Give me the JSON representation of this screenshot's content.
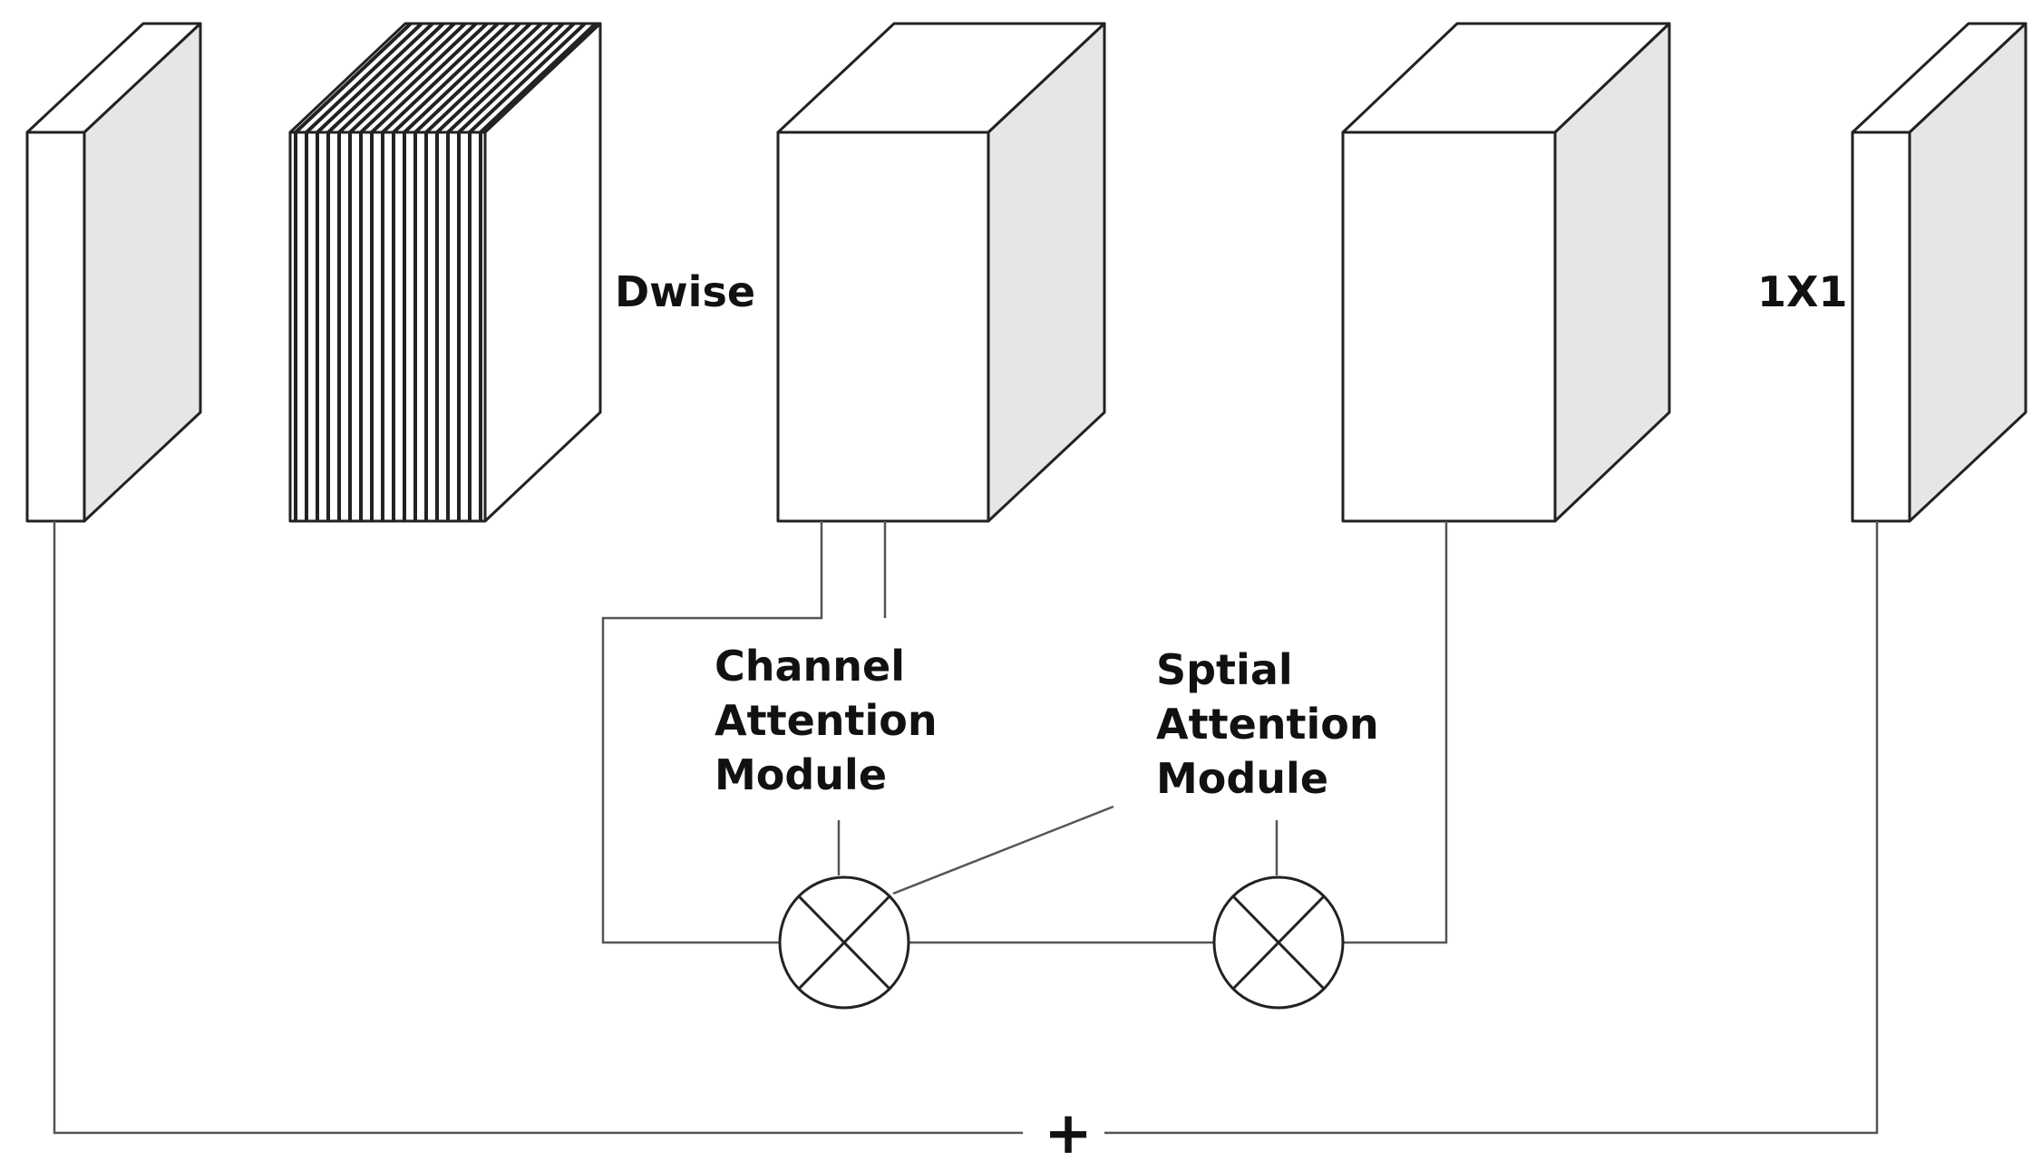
{
  "labels": {
    "dwise": "Dwise",
    "pointwise": "1X1",
    "channel_attention": [
      "Channel",
      "Attention",
      "Module"
    ],
    "spatial_attention": [
      "Sptial",
      "Attention",
      "Module"
    ],
    "residual_add": "+"
  },
  "colors": {
    "stroke": "#222222",
    "face": "#ffffff",
    "side": "#e6e6e6",
    "connector": "#555555"
  },
  "icons": [
    "multiply-operator-icon",
    "multiply-operator-icon"
  ]
}
